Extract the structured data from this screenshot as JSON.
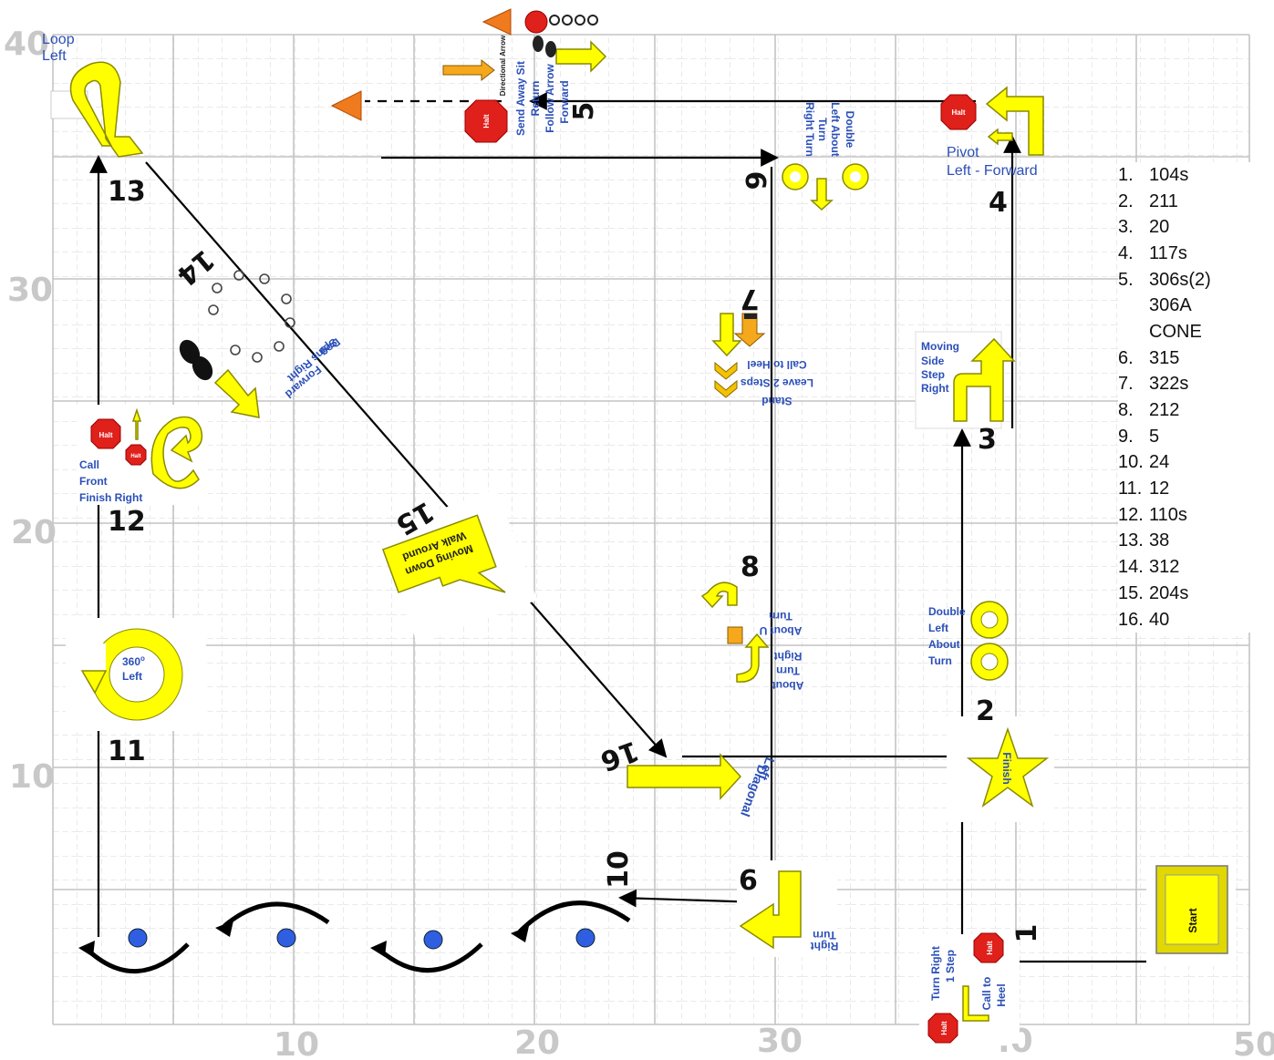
{
  "axes": {
    "x_labels": [
      "10",
      "20",
      "30",
      ".0",
      "50"
    ],
    "y_labels": [
      "40",
      "30",
      "20",
      "10"
    ]
  },
  "stations": {
    "s1": "1",
    "s2": "2",
    "s3": "3",
    "s4": "4",
    "s5": "5",
    "s6a": "6",
    "s6b": "6",
    "s7": "7",
    "s8": "8",
    "s9": "9",
    "s10": "10",
    "s11": "11",
    "s12": "12",
    "s13": "13",
    "s14": "14",
    "s15": "15",
    "s16": "16"
  },
  "signs": {
    "loop_left_1": "Loop",
    "loop_left_2": "Left",
    "pivot_1": "Pivot",
    "pivot_2": "Left - Forward",
    "moving_side_1": "Moving",
    "moving_side_2": "Side",
    "moving_side_3": "Step",
    "moving_side_4": "Right",
    "double_left_1": "Double",
    "double_left_2": "Left",
    "double_left_3": "About",
    "double_left_4": "Turn",
    "call_front_1": "Call",
    "call_front_2": "Front",
    "call_front_3": "Finish Right",
    "circle_360": "360",
    "circle_deg": "o",
    "circle_left": "Left",
    "diagonal_1": "Diagonal",
    "diagonal_2": "Left",
    "right_turn_1": "Right",
    "right_turn_2": "Turn",
    "turn_right_step_1": "Turn Right",
    "turn_right_step_2": "1 Step",
    "call_heel_1": "Call to",
    "call_heel_2": "Heel",
    "about_u_1": "About U",
    "about_u_2": "Turn",
    "about_right_1": "About",
    "about_right_2": "Turn",
    "about_right_3": "Right",
    "call_heel_stand_1": "Call to Heel",
    "call_heel_stand_2": "Leave 2 Steps",
    "call_heel_stand_3": "Stand",
    "dog_spins_1": "Dog",
    "dog_spins_2": "Spins Right",
    "dog_spins_3": "Forward",
    "moving_down_1": "Moving Down",
    "moving_down_2": "Walk Around",
    "double_about_right_1": "Double",
    "double_about_right_2": "Left About",
    "double_about_right_3": "Turn",
    "double_about_right_4": "Right Turn",
    "send_away_1": "Send Away Sit",
    "send_away_2": "Return",
    "send_away_3": "Follow Arrow",
    "send_away_4": "Forward",
    "directional_arrow": "Directional Arrow",
    "finish": "Finish",
    "start": "Start",
    "halt": "Halt"
  },
  "legend": [
    {
      "n": "1.",
      "v": "104s"
    },
    {
      "n": "2.",
      "v": "211"
    },
    {
      "n": "3.",
      "v": "20"
    },
    {
      "n": "4.",
      "v": "117s"
    },
    {
      "n": "5.",
      "v": "306s(2)"
    },
    {
      "n": "",
      "v": "306A"
    },
    {
      "n": "",
      "v": "CONE"
    },
    {
      "n": "6.",
      "v": "315"
    },
    {
      "n": "7.",
      "v": "322s"
    },
    {
      "n": "8.",
      "v": "212"
    },
    {
      "n": "9.",
      "v": "5"
    },
    {
      "n": "10.",
      "v": "24"
    },
    {
      "n": "11.",
      "v": "12"
    },
    {
      "n": "12.",
      "v": "110s"
    },
    {
      "n": "13.",
      "v": "38"
    },
    {
      "n": "14.",
      "v": "312"
    },
    {
      "n": "15.",
      "v": "204s"
    },
    {
      "n": "16.",
      "v": "40"
    }
  ],
  "colors": {
    "sign_yellow": "#ffff00",
    "halt_red": "#e0201b",
    "label_blue": "#2a4fb8",
    "grid": "#d0d0d0",
    "cone_orange": "#f07a1e",
    "cone_dot": "#2f5fe0"
  }
}
